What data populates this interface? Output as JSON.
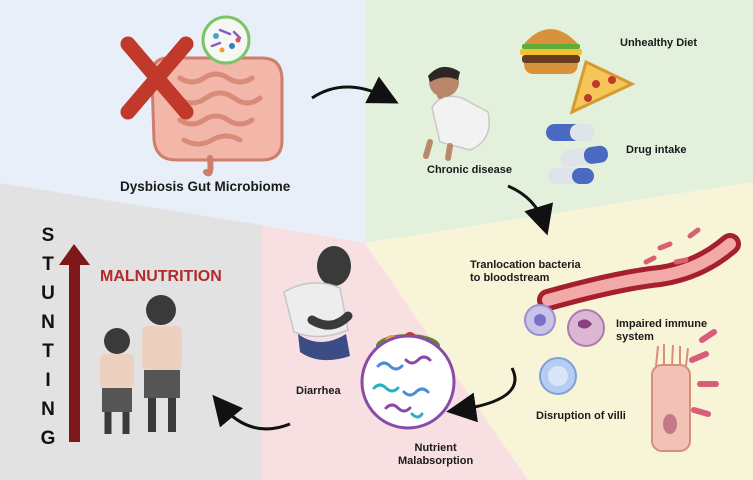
{
  "labels": {
    "dysbiosis": "Dysbiosis Gut Microbiome",
    "unhealthy_diet": "Unhealthy Diet",
    "drug_intake": "Drug intake",
    "chronic_disease": "Chronic disease",
    "translocation_line1": "Tranlocation bacteria",
    "translocation_line2": "to bloodstream",
    "impaired_line1": "Impaired immune",
    "impaired_line2": "system",
    "villi": "Disruption of villi",
    "diarrhea": "Diarrhea",
    "nutrient_line1": "Nutrient",
    "nutrient_line2": "Malabsorption",
    "malnutrition": "MALNUTRITION"
  },
  "stunting_letters": [
    "S",
    "T",
    "U",
    "N",
    "T",
    "I",
    "N",
    "G"
  ],
  "colors": {
    "blue_region": "#e8eff8",
    "green_region": "#e3f0dc",
    "yellow_region": "#f8f4d8",
    "pink_region": "#f8dfe2",
    "gray_region": "#e2e2e2",
    "malnutrition_text": "#b22a2a",
    "arrow_red": "#7e1818",
    "cross_red": "#c0392b"
  },
  "icons": [
    "intestine-icon",
    "red-x-icon",
    "microbe-icon",
    "burger-icon",
    "pizza-icon",
    "capsule-icon",
    "sick-person-icon",
    "blood-vessel-icon",
    "immune-cell-icon",
    "villi-icon",
    "person-stomach-ache-icon",
    "food-icon",
    "bacteria-icon",
    "children-icon",
    "up-arrow-icon"
  ]
}
